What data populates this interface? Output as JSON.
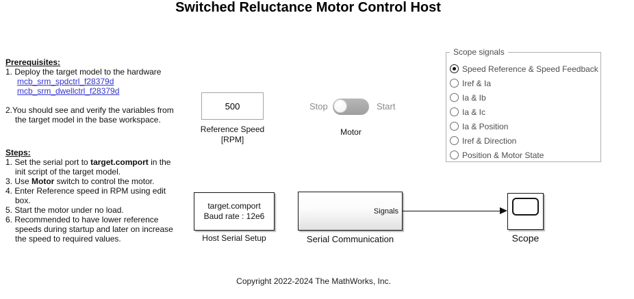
{
  "title": "Switched Reluctance Motor Control Host",
  "prerequisites": {
    "heading": "Prerequisites:",
    "line1": "1. Deploy the target model to the hardware",
    "link1": "mcb_srm_spdctrl_f28379d",
    "link2": "mcb_srm_dwellctrl_f28379d",
    "line2a": "2.You should see and verify the variables from",
    "line2b": "the target model in the base workspace."
  },
  "steps": {
    "heading": "Steps:",
    "s1_pre": "1. Set the serial port to ",
    "s1_bold": "target.comport",
    "s1_post": " in the",
    "s1_cont": "init script of the target model.",
    "s3_pre": "3. Use ",
    "s3_bold": "Motor",
    "s3_post": " switch to control the motor.",
    "s4": "4. Enter Reference speed in RPM using edit",
    "s4_cont": "box.",
    "s5": "5. Start the motor under no load.",
    "s6": "6. Recommended to have lower reference",
    "s6_cont1": "speeds during startup and later on increase",
    "s6_cont2": "the speed to required values."
  },
  "reference_speed": {
    "value": "500",
    "label_line1": "Reference Speed",
    "label_line2": "[RPM]"
  },
  "motor_switch": {
    "off_label": "Stop",
    "on_label": "Start",
    "label": "Motor",
    "state": "Stop"
  },
  "scope_signals": {
    "legend": "Scope signals",
    "options": [
      {
        "label": "Speed Reference & Speed Feedback",
        "selected": true
      },
      {
        "label": "Iref & Ia",
        "selected": false
      },
      {
        "label": "Ia & Ib",
        "selected": false
      },
      {
        "label": "Ia & Ic",
        "selected": false
      },
      {
        "label": "Ia & Position",
        "selected": false
      },
      {
        "label": "Iref & Direction",
        "selected": false
      },
      {
        "label": "Position & Motor State",
        "selected": false
      }
    ]
  },
  "blocks": {
    "host_serial_setup": {
      "line1": "target.comport",
      "line2": "Baud rate : 12e6",
      "label": "Host Serial Setup"
    },
    "serial_communication": {
      "port_label": "Signals",
      "label": "Serial Communication"
    },
    "scope": {
      "label": "Scope"
    }
  },
  "footer": {
    "copyright": "Copyright 2022-2024 The MathWorks, Inc."
  },
  "colors": {
    "link": "#3333cc",
    "switch_track": "#a8a8a8",
    "muted_text": "#8a8a8a",
    "group_border": "#b0b0b0",
    "block_border": "#151515"
  }
}
